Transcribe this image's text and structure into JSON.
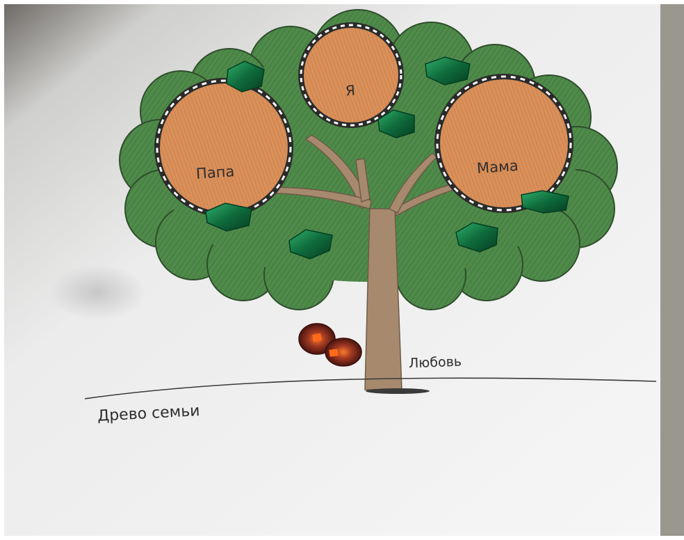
{
  "tree": {
    "center_label": "Я",
    "left_label": "Папа",
    "right_label": "Мама"
  },
  "ground_label": "Любовь",
  "title": "Древо семьи",
  "colors": {
    "foliage": "#4f8a4a",
    "foliage_outline": "#2f4d2c",
    "circle_fill": "#d9905a",
    "trunk": "#a78a6e",
    "gem_green": "#0f6b3c",
    "gem_red": "#8a2a1c",
    "paper": "#f2f2f2"
  }
}
